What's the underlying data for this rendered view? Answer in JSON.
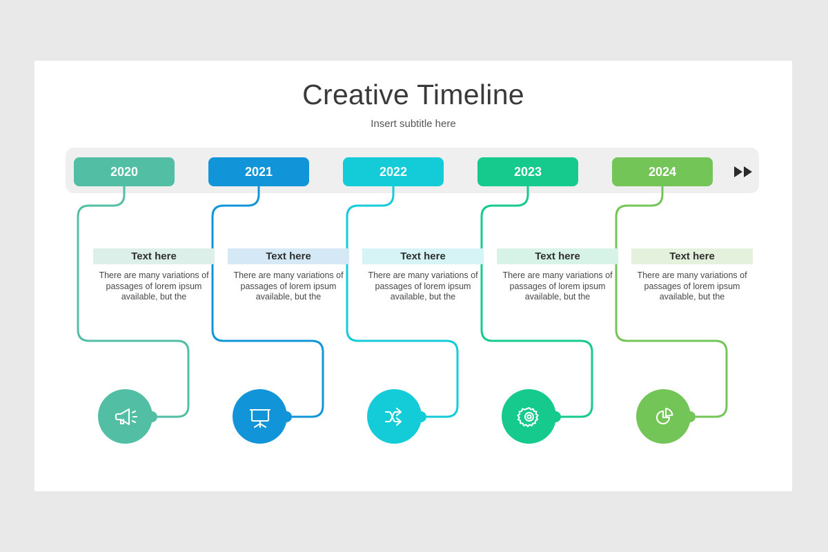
{
  "slide": {
    "title": "Creative Timeline",
    "subtitle": "Insert subtitle here",
    "background": "#e9e9e9",
    "surface": "#ffffff",
    "timeline_bar_color": "#efefef"
  },
  "timeline": {
    "forward_arrows_icon": "double-chevron-right-icon",
    "milestones": [
      {
        "year": "2020",
        "color": "#52bfa4",
        "tint": "#ddefe9",
        "heading": "Text here",
        "body": "There are many variations of passages of lorem ipsum available, but the",
        "icon": "megaphone-icon"
      },
      {
        "year": "2021",
        "color": "#1295d8",
        "tint": "#d4e8f6",
        "heading": "Text here",
        "body": "There are many variations of passages of lorem ipsum available, but the",
        "icon": "presentation-board-icon"
      },
      {
        "year": "2022",
        "color": "#14cbd8",
        "tint": "#d6f3f5",
        "heading": "Text here",
        "body": "There are many variations of passages of lorem ipsum available, but the",
        "icon": "shuffle-icon"
      },
      {
        "year": "2023",
        "color": "#16c98d",
        "tint": "#d7f3e8",
        "heading": "Text here",
        "body": "There are many variations of passages of lorem ipsum available, but the",
        "icon": "gear-icon"
      },
      {
        "year": "2024",
        "color": "#74c558",
        "tint": "#e4f1dc",
        "heading": "Text here",
        "body": "There are many variations of passages of lorem ipsum available, but the",
        "icon": "pie-chart-icon"
      }
    ]
  }
}
